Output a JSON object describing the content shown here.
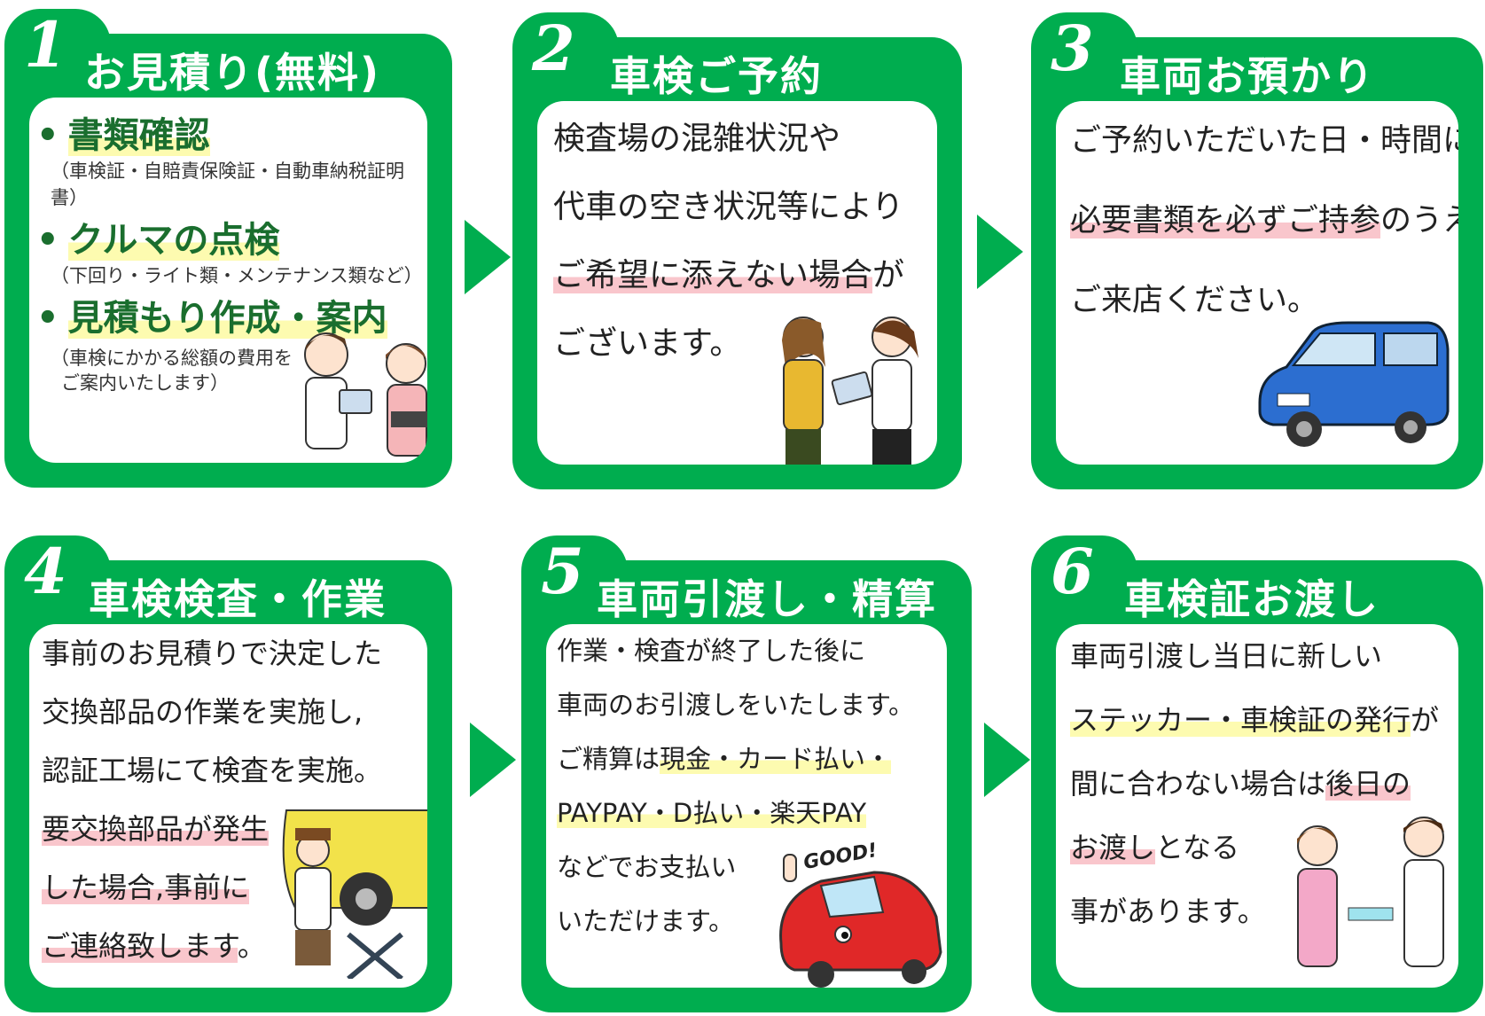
{
  "colors": {
    "green": "#00ad4f",
    "yellow_highlight": "#fdfbb0",
    "pink_highlight": "#f9c6cc",
    "dark_green_text": "#1a6e2e"
  },
  "cards": [
    {
      "number": "1",
      "title": "お見積り(無料)",
      "bullets": [
        {
          "heading": "書類確認",
          "note": "（車検証・自賠責保険証・自動車納税証明書）"
        },
        {
          "heading": "クルマの点検",
          "note": "（下回り・ライト類・メンテナンス類など）"
        },
        {
          "heading": "見積もり作成・案内",
          "note": "（車検にかかる総額の費用を"
        },
        {
          "heading": "",
          "note": "ご案内いたします）"
        }
      ]
    },
    {
      "number": "2",
      "title": "車検ご予約",
      "lines": [
        [
          {
            "t": "検査場の混雑状況や"
          }
        ],
        [
          {
            "t": "代車の空き状況等により"
          }
        ],
        [
          {
            "t": "ご希望に添えない場合",
            "h": "p"
          },
          {
            "t": "が"
          }
        ],
        [
          {
            "t": "ございます。"
          }
        ]
      ]
    },
    {
      "number": "3",
      "title": "車両お預かり",
      "lines": [
        [
          {
            "t": "ご予約いただいた日・時間に"
          }
        ],
        [
          {
            "t": "必要書類を必ずご持参",
            "h": "p"
          },
          {
            "t": "のうえ"
          }
        ],
        [
          {
            "t": "ご来店ください。"
          }
        ]
      ]
    },
    {
      "number": "4",
      "title": "車検検査・作業",
      "lines": [
        [
          {
            "t": "事前のお見積りで決定した"
          }
        ],
        [
          {
            "t": "交換部品の作業を実施し,"
          }
        ],
        [
          {
            "t": "認証工場にて検査を実施。"
          }
        ],
        [
          {
            "t": "要交換部品が発生",
            "h": "p"
          }
        ],
        [
          {
            "t": "した場合,事前に",
            "h": "p"
          }
        ],
        [
          {
            "t": "ご連絡致します",
            "h": "p"
          },
          {
            "t": "。"
          }
        ]
      ]
    },
    {
      "number": "5",
      "title": "車両引渡し・精算",
      "lines": [
        [
          {
            "t": "作業・検査が終了した後に"
          }
        ],
        [
          {
            "t": "車両のお引渡しをいたします。"
          }
        ],
        [
          {
            "t": "ご精算は"
          },
          {
            "t": "現金・カード払い・",
            "h": "y"
          }
        ],
        [
          {
            "t": "PAYPAY・D払い・楽天PAY",
            "h": "y"
          }
        ],
        [
          {
            "t": "などでお支払い"
          }
        ],
        [
          {
            "t": "いただけます。"
          }
        ]
      ],
      "bubble": "GOOD!"
    },
    {
      "number": "6",
      "title": "車検証お渡し",
      "lines": [
        [
          {
            "t": "車両引渡し当日に新しい"
          }
        ],
        [
          {
            "t": "ステッカー・車検証の発行",
            "h": "y"
          },
          {
            "t": "が"
          }
        ],
        [
          {
            "t": "間に合わない場合は"
          },
          {
            "t": "後日の",
            "h": "p"
          }
        ],
        [
          {
            "t": "お渡し",
            "h": "p"
          },
          {
            "t": "となる"
          }
        ],
        [
          {
            "t": "事があります。"
          }
        ]
      ]
    }
  ]
}
